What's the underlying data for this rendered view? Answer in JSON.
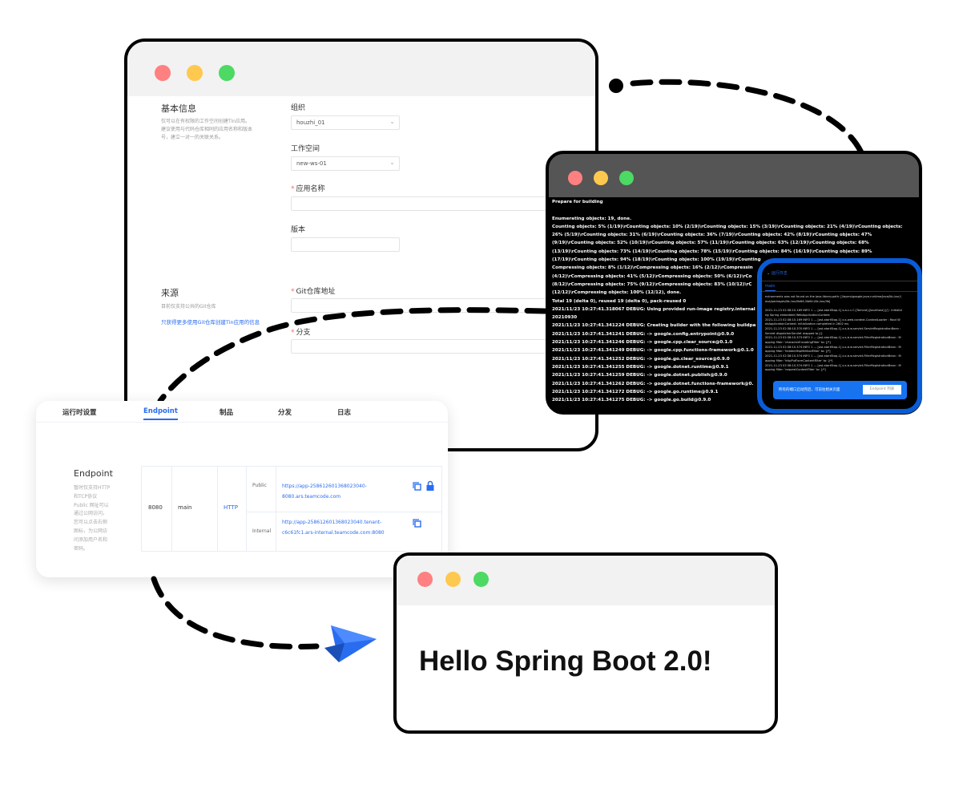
{
  "form_window": {
    "basic_section": {
      "title": "基本信息",
      "desc_lines": [
        "仅可以在有权限的工作空间创建Tin应用。",
        "建议使用与代码仓库相同的应用名称和版本",
        "号，建立一对一的关联关系。"
      ]
    },
    "fields": {
      "org_label": "组织",
      "org_value": "houzhi_01",
      "workspace_label": "工作空间",
      "workspace_value": "new-ws-01",
      "app_name_label": "应用名称",
      "version_label": "版本",
      "git_label": "Git仓库地址",
      "branch_label": "分支",
      "required_mark": "*"
    },
    "source_section": {
      "title": "来源",
      "desc": "目前仅支持公共的Git仓库",
      "link": "只获得更多使用Git仓库创建Tin应用的信息"
    }
  },
  "terminal": {
    "lines": [
      "Prepare for building",
      "",
      "Enumerating objects: 19, done.",
      "Counting objects:   5% (1/19)\\rCounting objects:  10% (2/19)\\rCounting objects:  15% (3/19)\\rCounting objects:  21% (4/19)\\rCounting objects:",
      "26% (5/19)\\rCounting objects:  31% (6/19)\\rCounting objects:  36% (7/19)\\rCounting objects:  42% (8/19)\\rCounting objects:  47%",
      "(9/19)\\rCounting objects:  52% (10/19)\\rCounting objects:  57% (11/19)\\rCounting objects:  63% (12/19)\\rCounting objects:  68%",
      "(13/19)\\rCounting objects:  73% (14/19)\\rCounting objects:  78% (15/19)\\rCounting objects:  84% (16/19)\\rCounting objects:  89%",
      "(17/19)\\rCounting objects:  94% (18/19)\\rCounting objects: 100% (19/19)\\rCounting",
      "Compressing objects:   8% (1/12)\\rCompressing objects:  16% (2/12)\\rCompressin",
      "(4/12)\\rCompressing objects:  41% (5/12)\\rCompressing objects:  50% (6/12)\\rCo",
      "(8/12)\\rCompressing objects:  75% (9/12)\\rCompressing objects:  83% (10/12)\\rC",
      "(12/12)\\rCompressing objects: 100% (12/12), done.",
      "Total 19 (delta 0), reused 19 (delta 0), pack-reused 0",
      "2021/11/23 10:27:41.318067 DEBUG:  Using provided run-image registry.internal",
      "20210930",
      "2021/11/23 10:27:41.341224 DEBUG:  Creating builder with the following buildpa",
      "2021/11/23 10:27:41.341241 DEBUG:  -> google.config.entrypoint@0.9.0",
      "2021/11/23 10:27:41.341246 DEBUG:  -> google.cpp.clear_source@0.1.0",
      "2021/11/23 10:27:41.341249 DEBUG:  -> google.cpp.functions-framework@0.1.0",
      "2021/11/23 10:27:41.341252 DEBUG:  -> google.go.clear_source@0.9.0",
      "2021/11/23 10:27:41.341255 DEBUG:  -> google.dotnet.runtime@0.9.1",
      "2021/11/23 10:27:41.341259 DEBUG:  -> google.dotnet.publish@0.9.0",
      "2021/11/23 10:27:41.341262 DEBUG:  -> google.dotnet.functions-framework@0.",
      "2021/11/23 10:27:41.341272 DEBUG:  -> google.go.runtime@0.9.1",
      "2021/11/23 10:27:41.341275 DEBUG:  -> google.go.build@0.9.0"
    ]
  },
  "log_popup": {
    "title": "运行日志",
    "tab": "main",
    "lines": [
      "nvironments was not found on the java.library.path: [/layers/google.java.runtime/java/lib:/usr/j",
      "ava/packages/lib:/usr/lib64:/lib64:/lib:/usr/lib]",
      "",
      "2021-11-23 02:38:10.169 INFO 1 --- [ost-startStop-1] o.a.c.c.C.[Tomcat].[localhost].[/] : Initializi",
      "ng Spring embedded WebApplicationContext",
      "2021-11-23 02:38:10.169 INFO 1 --- [ost-startStop-1] o.s.web.context.ContextLoader : Root W",
      "ebApplicationContext: initialization completed in 2602 ms",
      "2021-11-23 02:38:10.370 INFO 1 --- [ost-startStop-1] o.s.b.w.servlet.ServletRegistrationBean :",
      "Servlet dispatcherServlet mapped to [/]",
      "2021-11-23 02:38:10.373 INFO 1 --- [ost-startStop-1] o.s.b.w.servlet.FilterRegistrationBean : M",
      "apping filter: 'characterEncodingFilter' to: [/*]",
      "2021-11-23 02:38:10.374 INFO 1 --- [ost-startStop-1] o.s.b.w.servlet.FilterRegistrationBean : M",
      "apping filter: 'hiddenHttpMethodFilter' to: [/*]",
      "2021-11-23 02:38:10.374 INFO 1 --- [ost-startStop-1] o.s.b.w.servlet.FilterRegistrationBean : M",
      "apping filter: 'httpPutFormContentFilter' to: [/*]",
      "2021-11-23 02:38:10.374 INFO 1 --- [ost-startStop-1] o.s.b.w.servlet.FilterRegistrationBean : M",
      "apping filter: 'requestContextFilter' to: [/*]"
    ],
    "banner_text": "所有的端口启动完后，可前往相关页面",
    "banner_button": "Endpoint 列表"
  },
  "endpoint_card": {
    "tabs": [
      "运行时设置",
      "Endpoint",
      "制品",
      "分发",
      "日志"
    ],
    "active_tab": "Endpoint",
    "title": "Endpoint",
    "desc_lines": [
      "暂时仅支持HTTP",
      "和TCP协议",
      "Public 网址可以",
      "通过公网访问。",
      "您可以点击右侧",
      "图标，为公网访",
      "问添加用户名和",
      "密码。"
    ],
    "row": {
      "port": "8080",
      "service": "main",
      "protocol": "HTTP",
      "public_label": "Public",
      "public_url_lines": [
        "https://app-258612601368023040-",
        "8080.ars.teamcode.com"
      ],
      "internal_label": "Internal",
      "internal_url_lines": [
        "http://app-258612601368023040.tenant-",
        "c6c61fc1.ars-internal.teamcode.com:8080"
      ]
    }
  },
  "hello_window": {
    "message": "Hello Spring Boot 2.0!"
  },
  "colors": {
    "accent": "#2a6cf0",
    "popup_border": "#0a5cd6",
    "dot_red": "#ff8080",
    "dot_yellow": "#ffc84f",
    "dot_green": "#4cd964"
  }
}
